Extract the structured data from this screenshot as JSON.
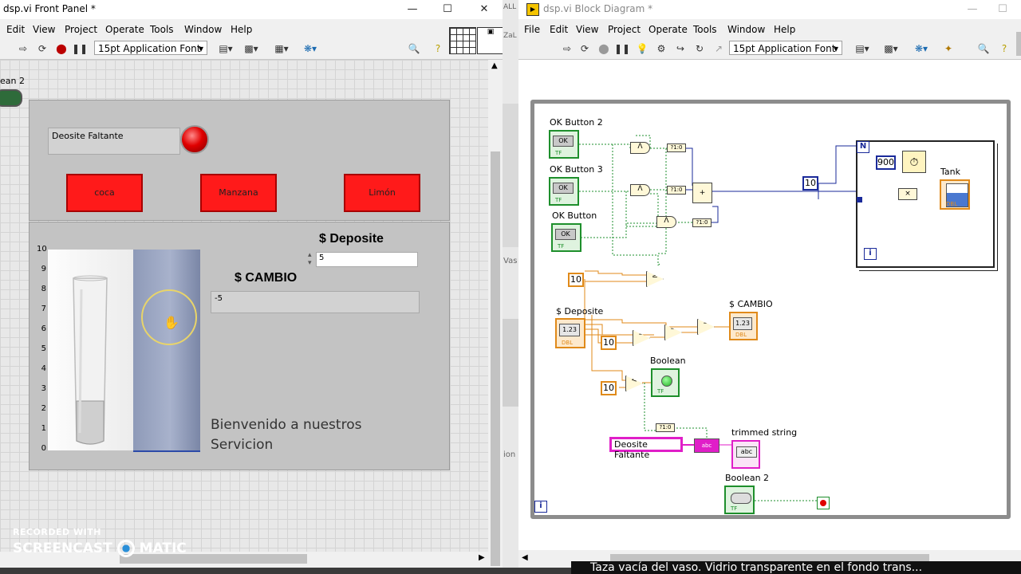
{
  "front_panel": {
    "title": "dsp.vi Front Panel *",
    "menu": [
      "Edit",
      "View",
      "Project",
      "Operate",
      "Tools",
      "Window",
      "Help"
    ],
    "font_select": "15pt Application Font",
    "stray_label": "ean 2",
    "string_indicator": "Deosite Faltante",
    "buttons": [
      "coca",
      "Manzana",
      "Limón"
    ],
    "deposite_label": "$ Deposite",
    "deposite_value": "5",
    "cambio_label": "$ CAMBIO",
    "cambio_value": "-5",
    "tank_scale": [
      "10",
      "9",
      "8",
      "7",
      "6",
      "5",
      "4",
      "3",
      "2",
      "1",
      "0"
    ],
    "message_line1": "Bienvenido a nuestros",
    "message_line2": "Servicion",
    "side_texts": [
      "ALL",
      "ZaL",
      "Vas",
      "ion"
    ]
  },
  "block_diagram": {
    "title": "dsp.vi Block Diagram *",
    "menu": [
      "File",
      "Edit",
      "View",
      "Project",
      "Operate",
      "Tools",
      "Window",
      "Help"
    ],
    "font_select": "15pt Application Font",
    "labels": {
      "ok2": "OK Button 2",
      "ok3": "OK Button 3",
      "ok": "OK Button",
      "deposite": "$ Deposite",
      "cambio": "$ CAMBIO",
      "boolean": "Boolean",
      "trimmed": "trimmed string",
      "boolean2": "Boolean 2",
      "tank": "Tank",
      "deosite_const": "Deosite Faltante"
    },
    "constants": {
      "c10_a": "10",
      "c10_b": "10",
      "c10_c": "10",
      "c10_d": "10",
      "c900": "900",
      "loop_n": "N",
      "loop_i": "i",
      "outer_i": "i"
    },
    "terminal_text": {
      "ok": "OK",
      "tf": "TF",
      "num": "1.23",
      "dbl": "DBL",
      "abc": "abc",
      "n2b": "?1:0"
    }
  },
  "overlay": {
    "watermark_top": "RECORDED WITH",
    "watermark_brand_left": "SCREENCAST",
    "watermark_brand_right": "MATIC",
    "subtitle": "Taza vacía del vaso. Vidrio transparente en el fondo trans..."
  },
  "colors": {
    "red_button": "#ff1a1a",
    "green_terminal": "#1e8f2c",
    "orange_wire": "#e08a1a",
    "blue_wire": "#1a2a9a",
    "pink_string": "#e01ec8"
  }
}
